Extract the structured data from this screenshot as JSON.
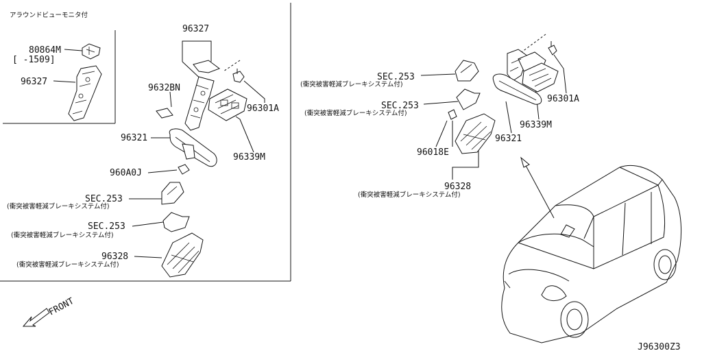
{
  "section": {
    "title": "アラウンドビューモニタ付"
  },
  "labels": {
    "p_80864m": "80864M",
    "p_date": "[    -1509]",
    "p_96327_inset": "96327",
    "p_96327": "96327",
    "p_9632bn": "9632BN",
    "p_96301a_left": "96301A",
    "p_96321_left": "96321",
    "p_96339m_left": "96339M",
    "p_960a0j": "960A0J",
    "p_sec253_l1": "SEC.253",
    "p_sec253_l2": "SEC.253",
    "p_96328_left": "96328",
    "p_sec253_r1": "SEC.253",
    "p_sec253_r2": "SEC.253",
    "p_96301a_right": "96301A",
    "p_96339m_right": "96339M",
    "p_96321_right": "96321",
    "p_96018e": "96018E",
    "p_96328_right": "96328"
  },
  "notes": {
    "l1": "(衝突被害軽減ブレーキシステム付)",
    "l2": "(衝突被害軽減ブレーキシステム付)",
    "l3": "(衝突被害軽減ブレーキシステム付)",
    "r1": "(衝突被害軽減ブレーキシステム付)",
    "r2": "(衝突被害軽減ブレーキシステム付)",
    "r3": "(衝突被害軽減ブレーキシステム付)"
  },
  "front_label": "FRONT",
  "diagram_code": "J96300Z3"
}
